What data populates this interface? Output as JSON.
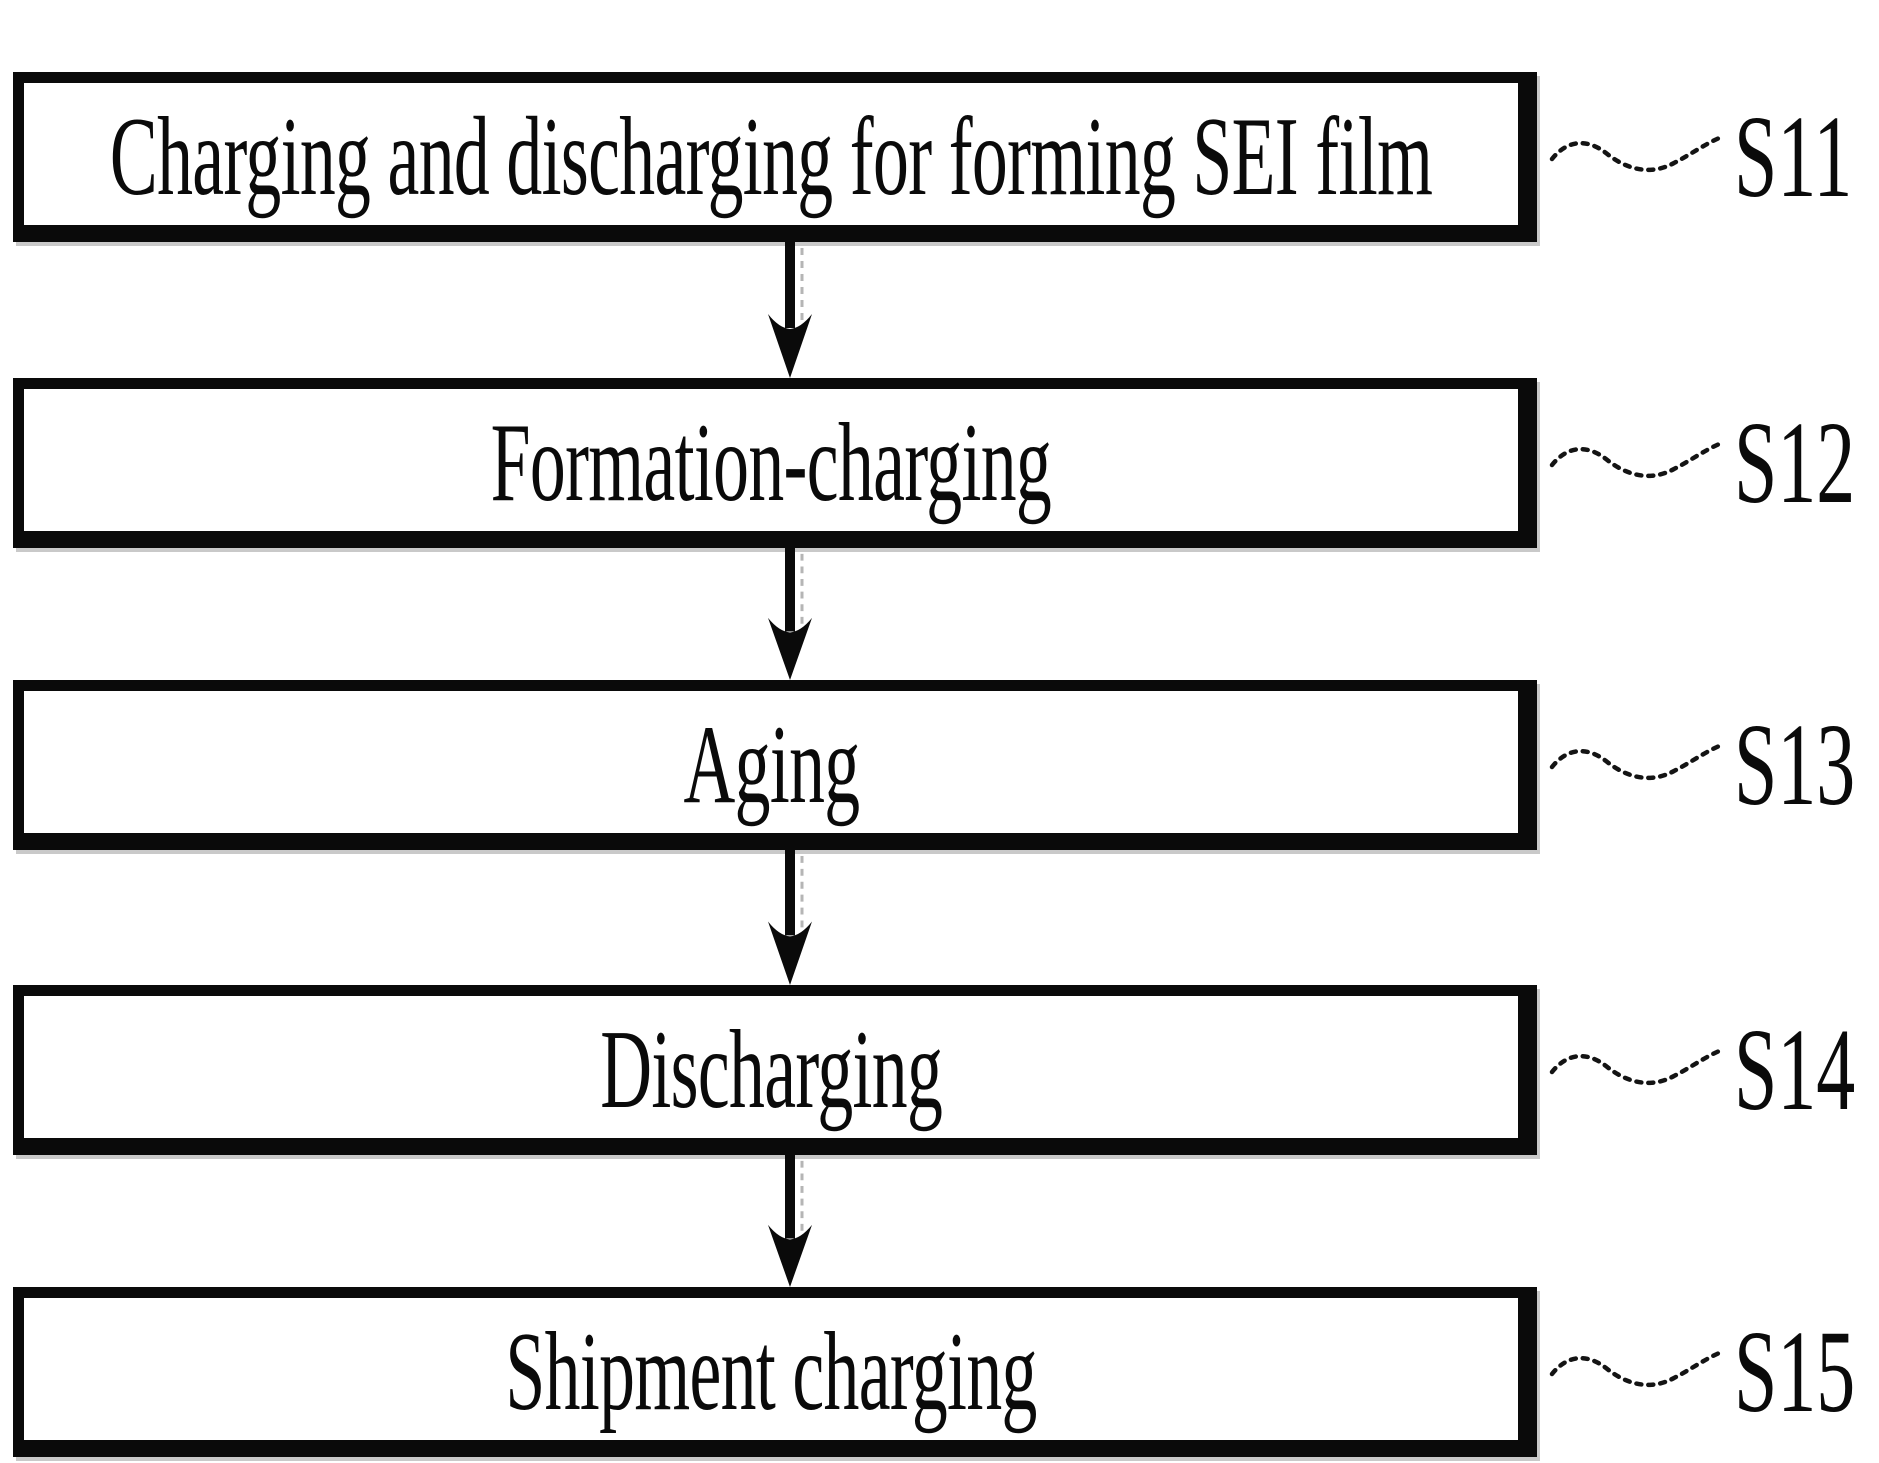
{
  "figure": {
    "type": "flowchart",
    "orientation": "vertical",
    "steps": [
      {
        "id": "S11",
        "label": "Charging and discharging for forming SEI film"
      },
      {
        "id": "S12",
        "label": "Formation-charging"
      },
      {
        "id": "S13",
        "label": "Aging"
      },
      {
        "id": "S14",
        "label": "Discharging"
      },
      {
        "id": "S15",
        "label": "Shipment charging"
      }
    ],
    "icons": {
      "flow_connector": "arrow-down-icon",
      "label_connector": "wavy-tilde-line"
    },
    "colors": {
      "ink": "#0a0a0a",
      "background": "#ffffff",
      "scan_shadow": "#c9c9c9",
      "arrow_ghost_line": "#b5b5b5"
    }
  }
}
